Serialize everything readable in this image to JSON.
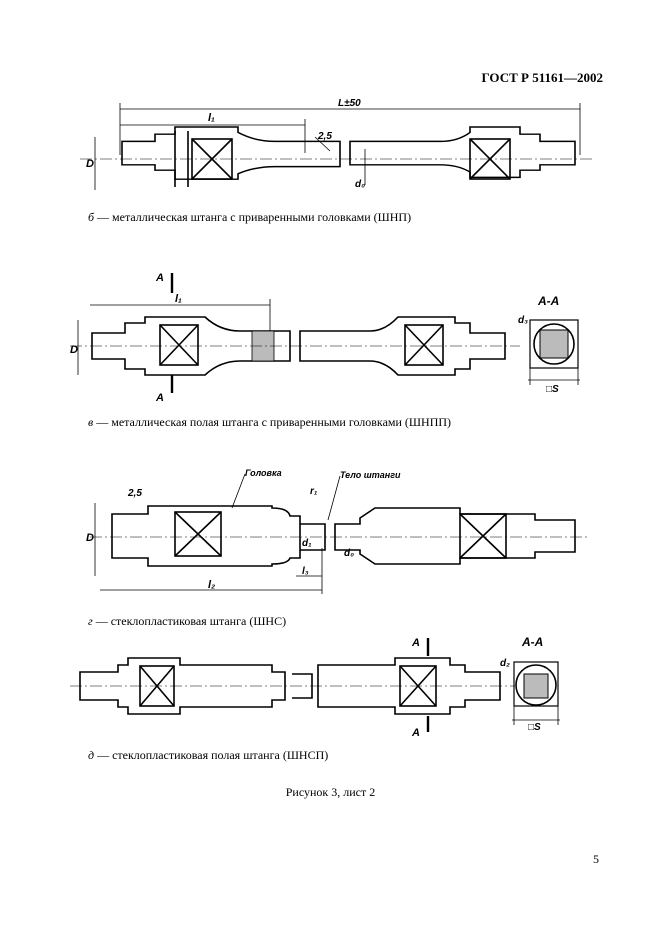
{
  "header": {
    "standard": "ГОСТ Р 51161—2002"
  },
  "figures": [
    {
      "letter": "б",
      "caption": " — металлическая штанга с приваренными головками (ШНП)",
      "labels": {
        "total": "L±50",
        "l1": "l₁",
        "chamfer": "2,5",
        "D": "D",
        "d0": "d₀"
      }
    },
    {
      "letter": "в",
      "caption": " — металлическая полая штанга с приваренными головками (ШНПП)",
      "labels": {
        "l1": "l₁",
        "D": "D",
        "section_arrow": "A",
        "section": "А-А",
        "d3": "d₃",
        "sq": "□S"
      }
    },
    {
      "letter": "г",
      "caption": " — стеклопластиковая штанга (ШНС)",
      "labels": {
        "chamfer": "2,5",
        "head": "Головка",
        "body": "Тело штанги",
        "r1": "r₁",
        "D": "D",
        "d1": "d₁",
        "d0": "d₀",
        "l3": "l₃",
        "l2": "l₂"
      }
    },
    {
      "letter": "д",
      "caption": " — стеклопластиковая полая штанга (ШНСП)",
      "labels": {
        "section_arrow": "A",
        "section": "А-А",
        "d2": "d₂",
        "sq": "□S"
      }
    }
  ],
  "figure_caption": "Рисунок 3, лист 2",
  "page_number": "5"
}
